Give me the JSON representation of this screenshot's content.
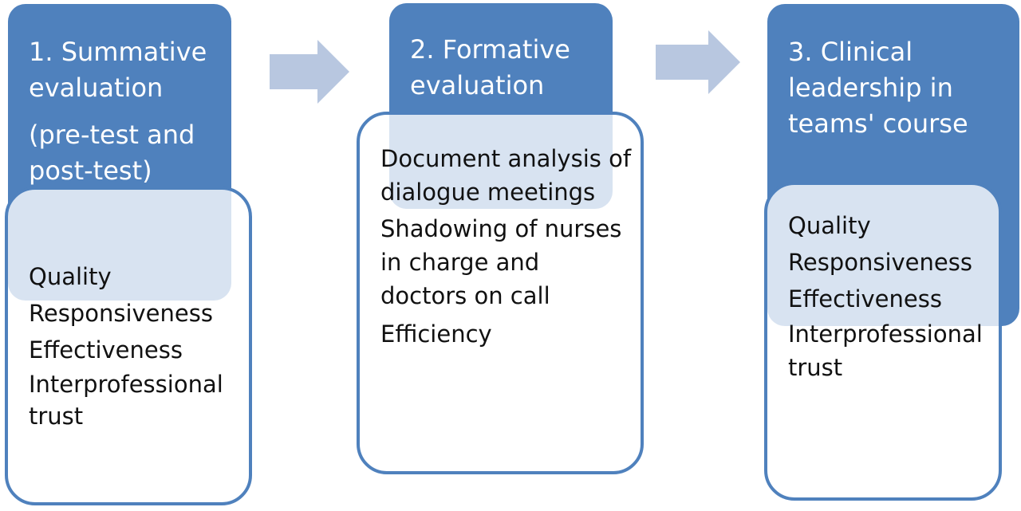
{
  "steps": [
    {
      "title": "1. Summative evaluation",
      "subtitle": "(pre-test and post-test)",
      "items": [
        "Quality",
        "Responsiveness",
        "Effectiveness",
        "Interprofessional trust"
      ]
    },
    {
      "title": "2. Formative evaluation",
      "items": [
        "Document analysis of dialogue meetings",
        "Shadowing of nurses in charge and doctors on call",
        "Efficiency"
      ]
    },
    {
      "title": "3. Clinical leadership in teams' course",
      "items": [
        "Quality",
        "Responsiveness",
        "Effectiveness",
        "Interprofessional trust"
      ]
    }
  ],
  "colors": {
    "header_fill": "#4f81bd",
    "box_border": "#4f81bd",
    "arrow_fill": "#b8c7e0",
    "header_text": "#ffffff",
    "body_text": "#111111"
  }
}
